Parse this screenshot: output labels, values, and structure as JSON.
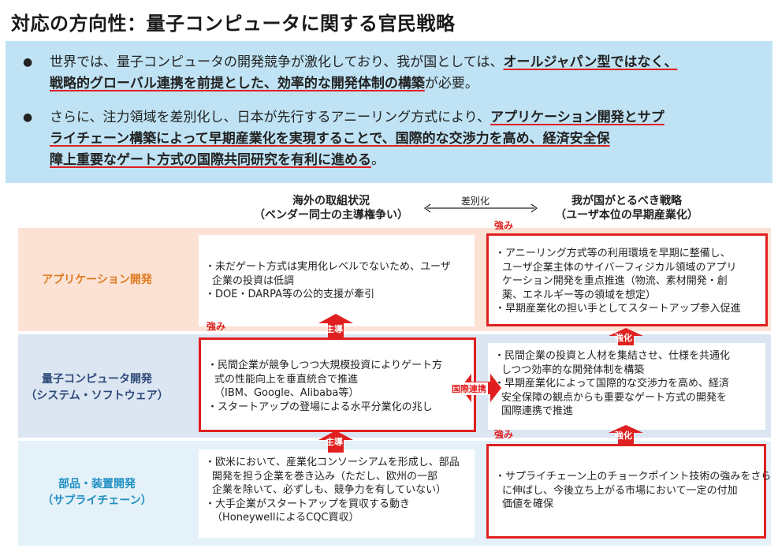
{
  "title": "対応の方向性：量子コンピュータに関する官民戦略",
  "summary": {
    "bullet1": {
      "pre": "世界では、量子コンピュータの開発競争が激化しており、我が国としては、",
      "hl1": "オールジャパン型ではなく、",
      "hl2": "戦略的グローバル連携を前提とした、効率的な開発体制の構築",
      "post": "が必要。"
    },
    "bullet2": {
      "pre": "さらに、注力領域を差別化し、日本が先行するアニーリング方式により、",
      "hl1": "アプリケーション開発とサプ",
      "hl2": "ライチェーン構築によって早期産業化を実現することで、国際的な交渉力を高め、経済安全保",
      "hl3": "障上重要なゲート方式の国際共同研究を有利に進める",
      "post": "。"
    }
  },
  "columns": {
    "overseas_line1": "海外の取組状況",
    "overseas_line2": "（ベンダー同士の主導権争い）",
    "japan_line1": "我が国がとるべき戦略",
    "japan_line2": "（ユーザ本位の早期産業化）",
    "diff": "差別化"
  },
  "rows": {
    "apps": {
      "label": "アプリケーション開発",
      "overseas": [
        "・未だゲート方式は実用化レベルでないため、ユーザ",
        "企業の投資は低調",
        "・DOE・DARPA等の公的支援が牽引"
      ],
      "japan": [
        "・アニーリング方式等の利用環境を早期に整備し、",
        "ユーザ企業主体のサイバーフィジカル領域のアプリ",
        "ケーション開発を重点推進（物流、素材開発・創",
        "薬、エネルギー等の領域を想定）",
        "・早期産業化の担い手としてスタートアップ参入促進"
      ]
    },
    "qc": {
      "label_line1": "量子コンピュータ開発",
      "label_line2": "（システム・ソフトウェア）",
      "overseas": [
        "・民間企業が競争しつつ大規模投資によりゲート方",
        "式の性能向上を垂直統合で推進",
        "（IBM、Google、Alibaba等）",
        "・スタートアップの登場による水平分業化の兆し"
      ],
      "japan": [
        "・民間企業の投資と人材を集結させ、仕様を共通化",
        "しつつ効率的な開発体制を構築",
        "・早期産業化によって国際的な交渉力を高め、経済",
        "安全保障の観点からも重要なゲート方式の開発を",
        "国際連携で推進"
      ]
    },
    "parts": {
      "label_line1": "部品・装置開発",
      "label_line2": "（サプライチェーン）",
      "overseas": [
        "・欧米において、産業化コンソーシアムを形成し、部品",
        "開発を担う企業を巻き込み（ただし、欧州の一部",
        "企業を除いて、必ずしも、競争力を有していない）",
        "・大手企業がスタートアップを買収する動き",
        "（HoneywellによるCQC買収）"
      ],
      "japan": [
        "・サプライチェーン上のチョークポイント技術の強みをさら",
        "に伸ばし、今後立ち上がる市場において一定の付加",
        "価値を確保"
      ]
    }
  },
  "labels": {
    "strength": "強み",
    "lead": "主導",
    "reinforce": "強化",
    "intl": "国際連携"
  },
  "colors": {
    "accent_red": "#e02020",
    "summary_bg": "#bfe3f4",
    "apps_band": "#fbe2d4",
    "qc_band": "#dbe6f2",
    "parts_band": "#e4f1f8",
    "apps_label": "#e07a1f",
    "qc_label": "#2e4a7a",
    "parts_label": "#1f8fc2"
  }
}
